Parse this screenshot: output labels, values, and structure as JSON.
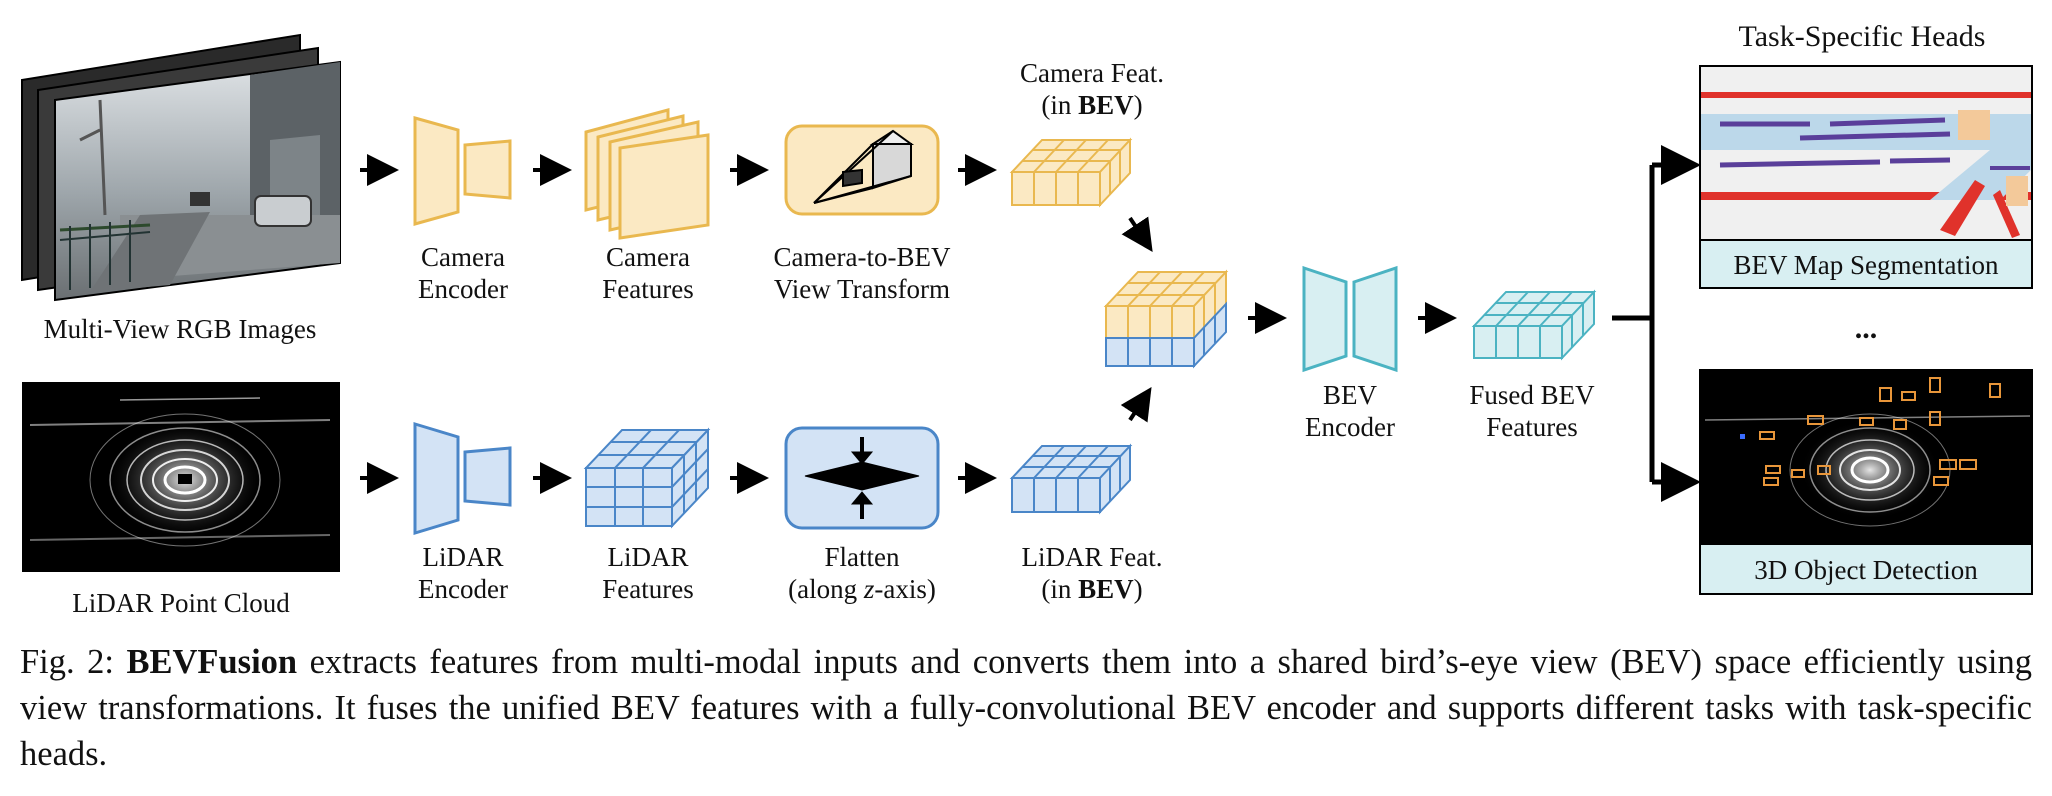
{
  "inputs": {
    "camera_label": "Multi-View RGB Images",
    "lidar_label": "LiDAR Point Cloud"
  },
  "camera_branch": {
    "encoder": [
      "Camera",
      "Encoder"
    ],
    "features": [
      "Camera",
      "Features"
    ],
    "transform": [
      "Camera-to-BEV",
      "View Transform"
    ],
    "bev_feat_line1": "Camera Feat.",
    "bev_feat_line2_pre": "(in ",
    "bev_feat_line2_bold": "BEV",
    "bev_feat_line2_post": ")"
  },
  "lidar_branch": {
    "encoder": [
      "LiDAR",
      "Encoder"
    ],
    "features": [
      "LiDAR",
      "Features"
    ],
    "flatten_line1": "Flatten",
    "flatten_line2_pre": "(along ",
    "flatten_line2_italic": "z",
    "flatten_line2_post": "-axis)",
    "bev_feat_line1": "LiDAR Feat.",
    "bev_feat_line2_pre": "(in ",
    "bev_feat_line2_bold": "BEV",
    "bev_feat_line2_post": ")"
  },
  "fusion": {
    "encoder": [
      "BEV",
      "Encoder"
    ],
    "fused": [
      "Fused BEV",
      "Features"
    ]
  },
  "heads": {
    "title": "Task-Specific Heads",
    "seg_label": "BEV Map Segmentation",
    "ellipsis": "...",
    "det_label": "3D Object Detection"
  },
  "colors": {
    "camera_stroke": "#e9b84f",
    "camera_fill": "#fbe9c3",
    "lidar_stroke": "#4a86c8",
    "lidar_fill": "#d3e3f5",
    "bev_stroke": "#4bb3c2",
    "bev_fill": "#d8eff2",
    "head_label_fill": "#d8eff2"
  },
  "caption": {
    "prefix": "Fig. 2: ",
    "bold": "BEVFusion",
    "text": " extracts features from multi-modal inputs and converts them into a shared bird’s-eye view (BEV) space efficiently using view transformations. It fuses the unified BEV features with a fully-convolutional BEV encoder and supports different tasks with task-specific heads."
  }
}
